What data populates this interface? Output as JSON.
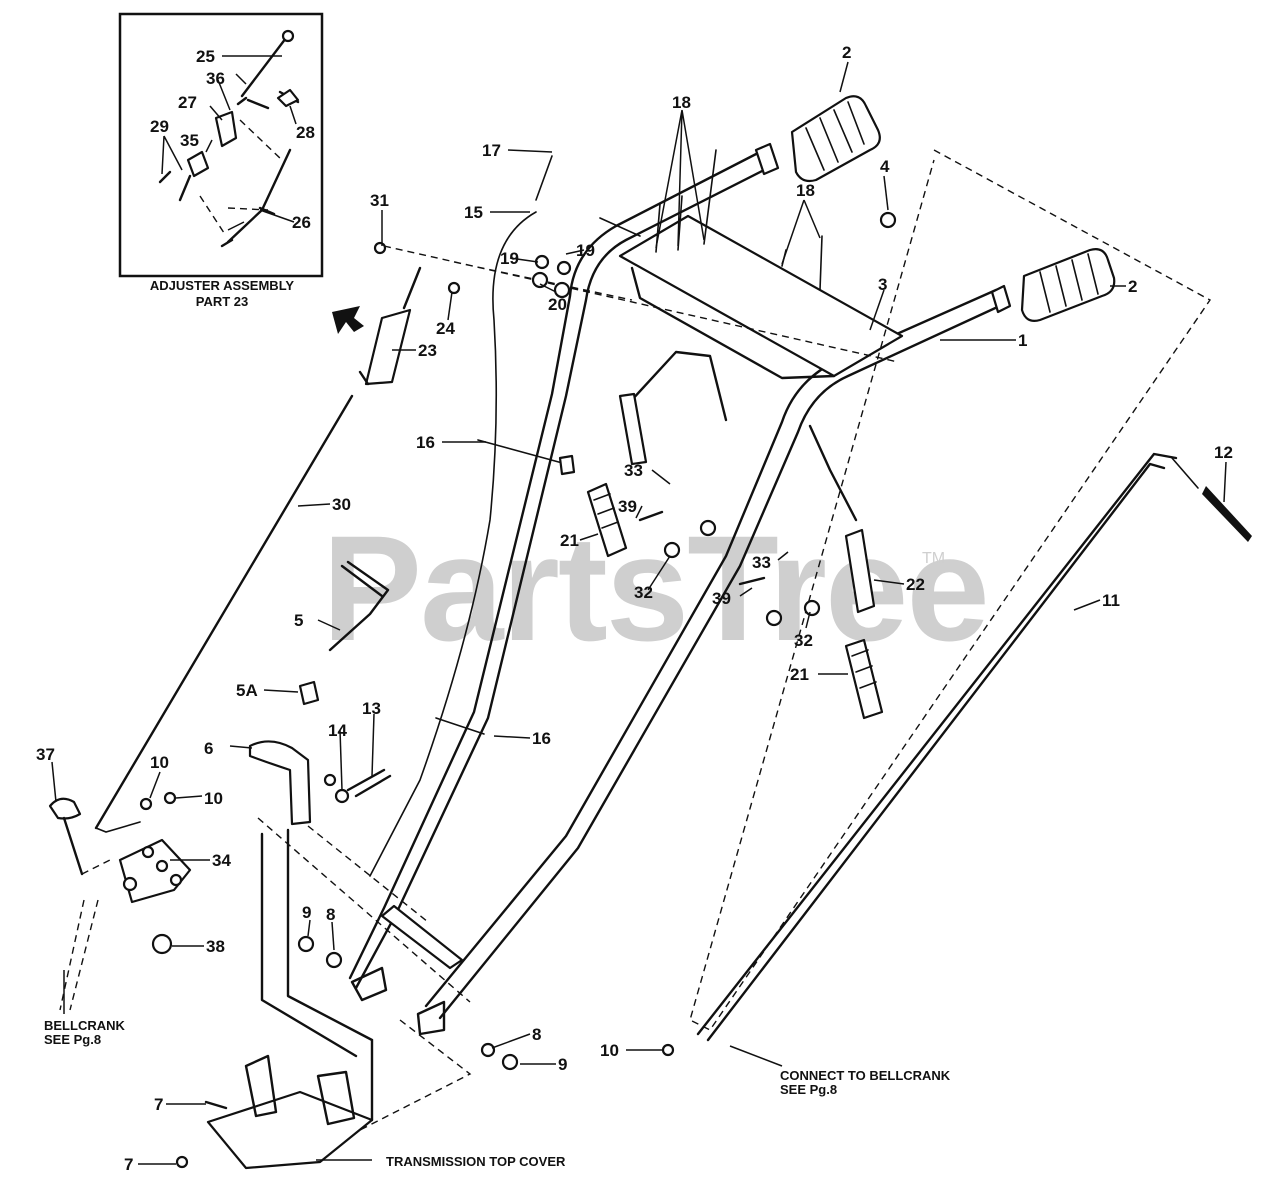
{
  "watermark": {
    "text": "PartsTree",
    "trademark": "TM"
  },
  "inset": {
    "caption_line1": "ADJUSTER ASSEMBLY",
    "caption_line2": "PART 23"
  },
  "notes": {
    "bellcrank_left_line1": "BELLCRANK",
    "bellcrank_left_line2": "SEE Pg.8",
    "bellcrank_right_line1": "CONNECT TO BELLCRANK",
    "bellcrank_right_line2": "SEE Pg.8",
    "transmission": "TRANSMISSION TOP COVER"
  },
  "callouts": {
    "c1": "1",
    "c2a": "2",
    "c2b": "2",
    "c3": "3",
    "c4": "4",
    "c5": "5",
    "c5a": "5A",
    "c6": "6",
    "c7a": "7",
    "c7b": "7",
    "c8a": "8",
    "c8b": "8",
    "c9a": "9",
    "c9b": "9",
    "c10a": "10",
    "c10b": "10",
    "c10c": "10",
    "c11": "11",
    "c12": "12",
    "c13": "13",
    "c14": "14",
    "c15": "15",
    "c16a": "16",
    "c16b": "16",
    "c17": "17",
    "c18a": "18",
    "c18b": "18",
    "c19a": "19",
    "c19b": "19",
    "c20": "20",
    "c21a": "21",
    "c21b": "21",
    "c22": "22",
    "c23": "23",
    "c24": "24",
    "c25": "25",
    "c26": "26",
    "c27": "27",
    "c28": "28",
    "c29": "29",
    "c30": "30",
    "c31": "31",
    "c32a": "32",
    "c32b": "32",
    "c33a": "33",
    "c33b": "33",
    "c34": "34",
    "c35": "35",
    "c36": "36",
    "c37": "37",
    "c38": "38",
    "c39a": "39",
    "c39b": "39"
  }
}
